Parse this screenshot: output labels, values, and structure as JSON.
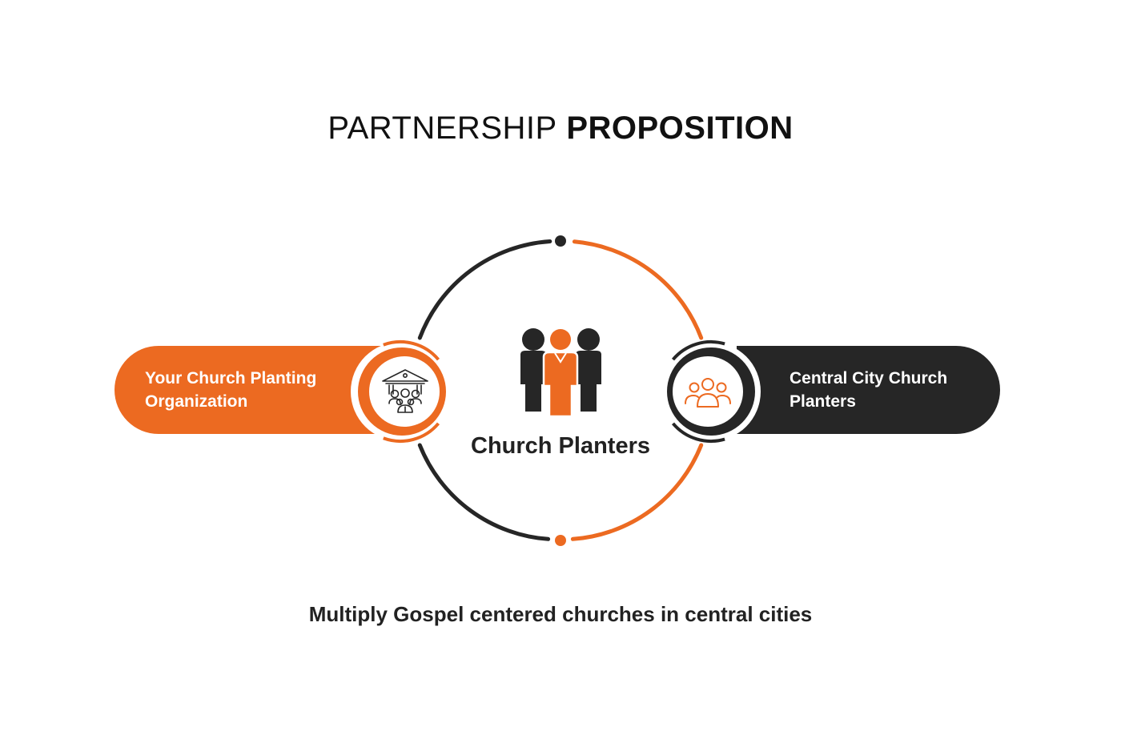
{
  "title": {
    "light": "PARTNERSHIP",
    "bold": "PROPOSITION"
  },
  "left_node": {
    "label": "Your Church Planting Organization",
    "icon": "church-building-people-icon"
  },
  "center_node": {
    "label": "Church Planters",
    "icon": "three-people-icon"
  },
  "right_node": {
    "label": "Central City Church Planters",
    "icon": "group-people-icon"
  },
  "tagline": "Multiply Gospel centered churches in central cities",
  "colors": {
    "orange": "#EC6A21",
    "dark": "#262626",
    "text": "#222222",
    "background": "#FFFFFF"
  }
}
